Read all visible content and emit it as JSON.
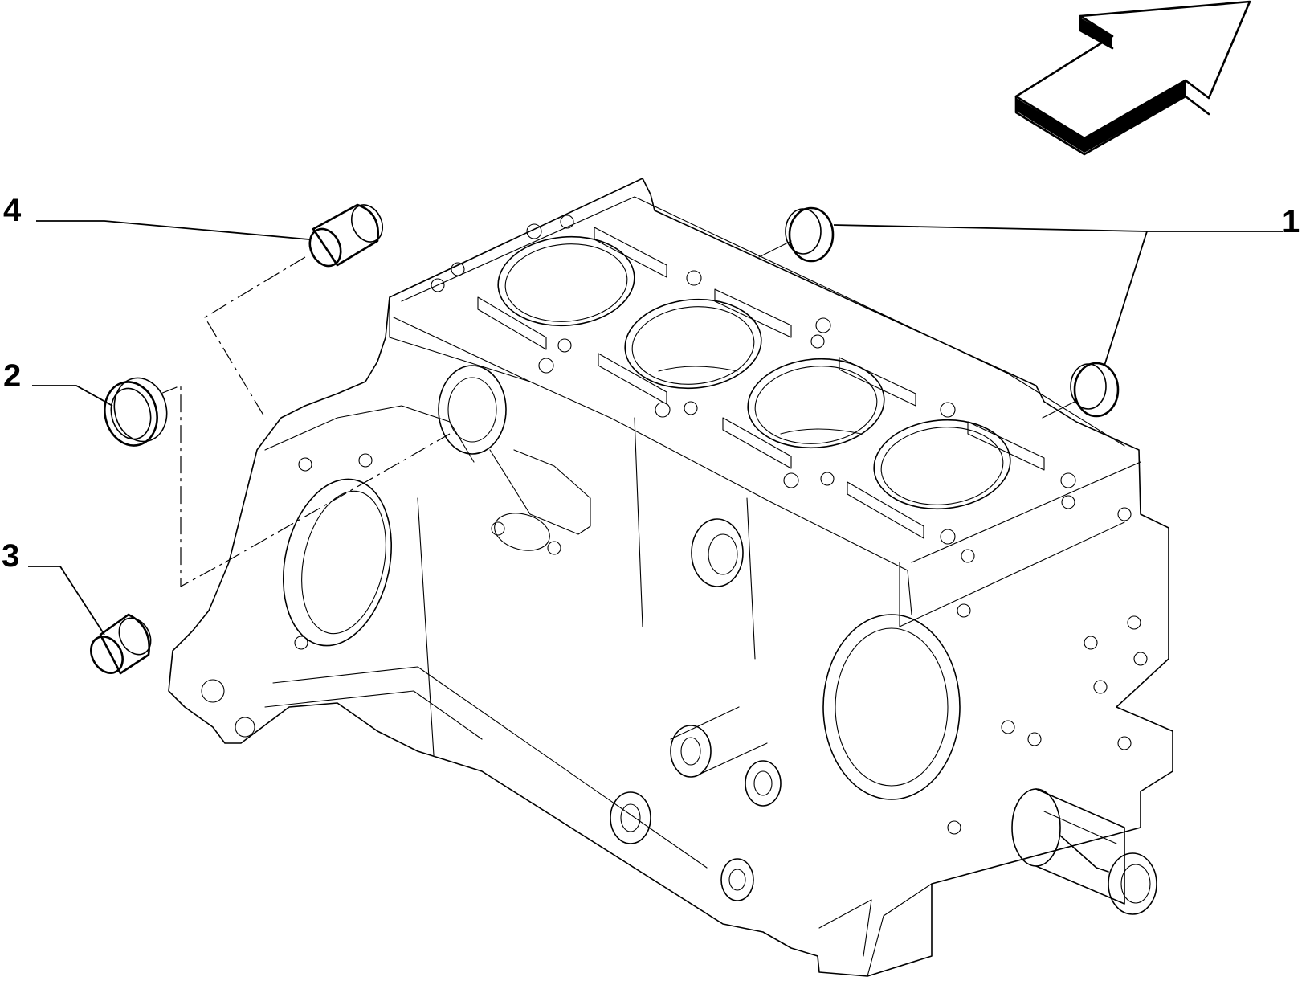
{
  "callouts": [
    {
      "id": "1",
      "label": "1"
    },
    {
      "id": "2",
      "label": "2"
    },
    {
      "id": "3",
      "label": "3"
    },
    {
      "id": "4",
      "label": "4"
    }
  ],
  "icons": {
    "direction_arrow": "direction-arrow-icon"
  },
  "colors": {
    "line": "#000000",
    "background": "#ffffff"
  }
}
